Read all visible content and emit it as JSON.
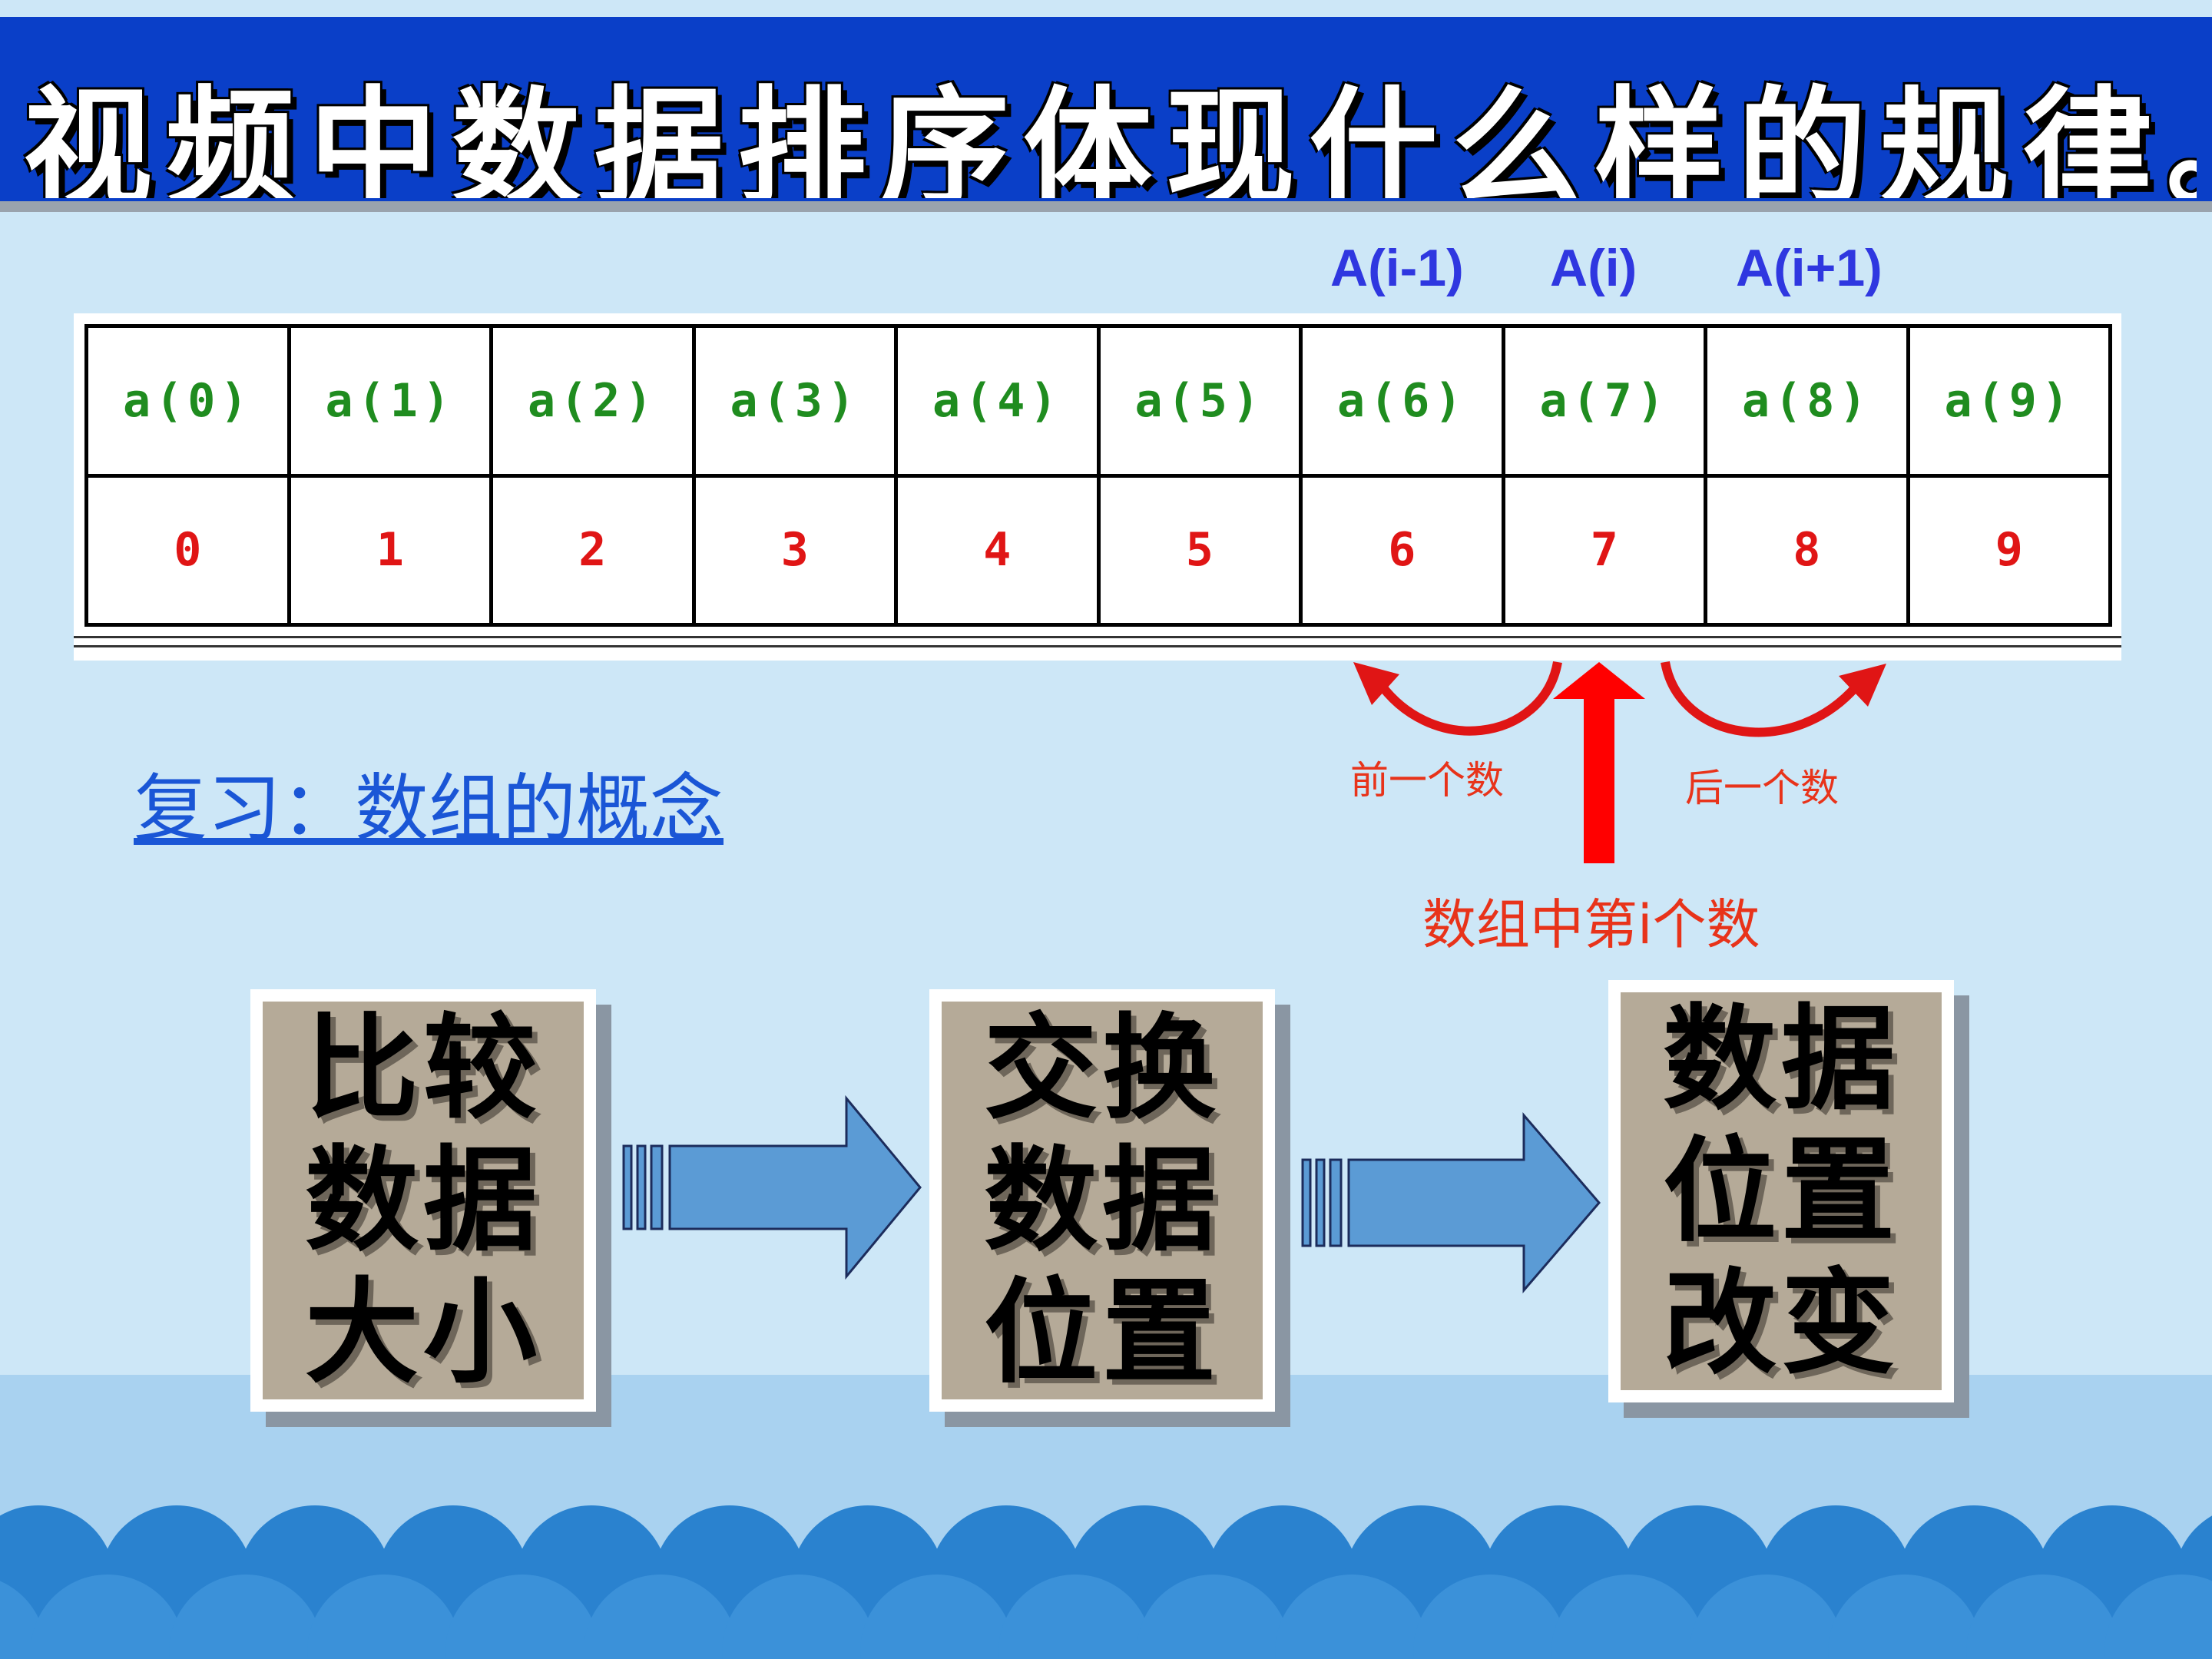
{
  "title": "视频中数据排序体现什么样的规律。",
  "index_labels": [
    "A(i-1)",
    "A(i)",
    "A(i+1)"
  ],
  "array_table": {
    "names": [
      "a(0)",
      "a(1)",
      "a(2)",
      "a(3)",
      "a(4)",
      "a(5)",
      "a(6)",
      "a(7)",
      "a(8)",
      "a(9)"
    ],
    "values": [
      "0",
      "1",
      "2",
      "3",
      "4",
      "5",
      "6",
      "7",
      "8",
      "9"
    ]
  },
  "review_link": "复习：数组的概念",
  "annotations": {
    "previous": "前一个数",
    "next": "后一个数",
    "current": "数组中第i个数"
  },
  "steps": [
    {
      "lines": [
        "比较",
        "数据",
        "大小"
      ]
    },
    {
      "lines": [
        "交换",
        "数据",
        "位置"
      ]
    },
    {
      "lines": [
        "数据",
        "位置",
        "改变"
      ]
    }
  ],
  "colors": {
    "title_bar": "#0a3fc8",
    "index_label": "#2f37e0",
    "array_name": "#1f8c1f",
    "array_value": "#e01515",
    "annotation": "#e8331a",
    "flow_arrow": "#5b9bd5"
  }
}
